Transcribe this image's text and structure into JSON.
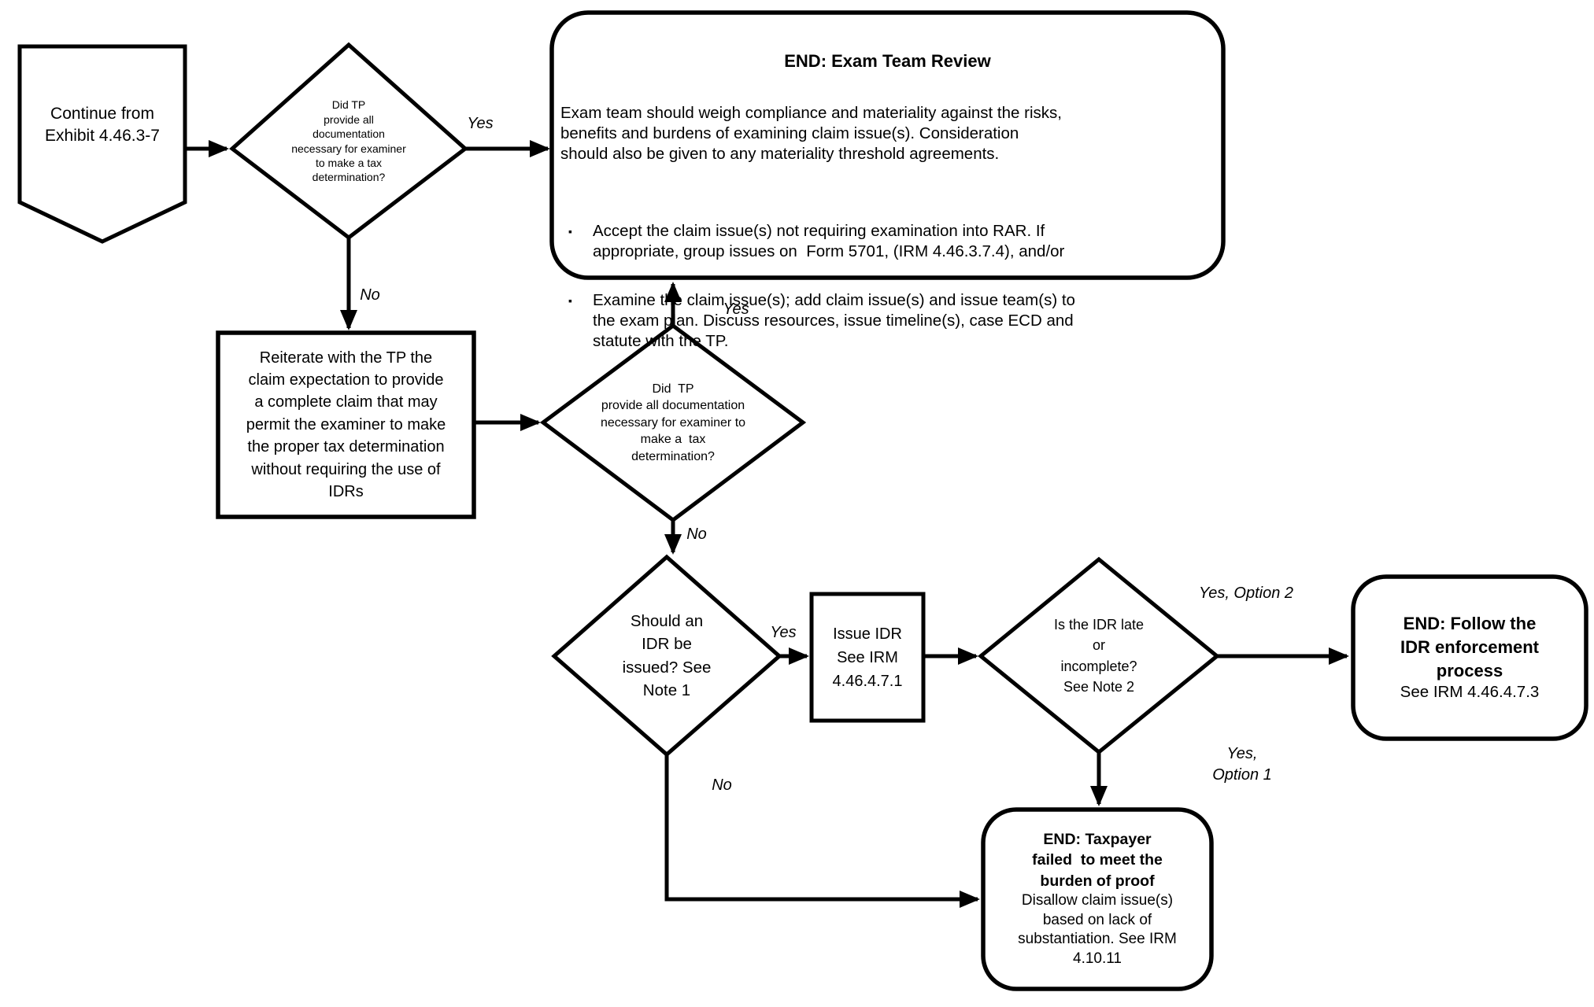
{
  "diagram": {
    "start": {
      "text": "Continue from\nExhibit 4.46.3-7"
    },
    "decision_docs_1": {
      "text": "Did TP\nprovide all\ndocumentation\nnecessary for examiner\nto make a tax\ndetermination?"
    },
    "end_exam": {
      "title": "END: Exam Team Review",
      "intro": "Exam team should weigh compliance and materiality against the risks,\nbenefits and burdens of examining claim issue(s). Consideration\nshould also be given to any materiality threshold agreements.",
      "bullet_char": "▪",
      "bullets": [
        {
          "text": "Accept the claim issue(s) not requiring examination into RAR. If\nappropriate, group issues on  Form 5701, (IRM 4.46.3.7.4), and/or"
        },
        {
          "text": "Examine the claim issue(s); add claim issue(s) and issue team(s) to\nthe exam plan. Discuss resources, issue timeline(s), case ECD and\nstatute with the TP."
        }
      ]
    },
    "reiterate": {
      "text": "Reiterate with the TP the\nclaim expectation to provide\na complete claim that may\npermit the examiner to make\nthe proper tax determination\nwithout requiring the use of\nIDRs"
    },
    "decision_docs_2": {
      "text": "Did  TP\nprovide all documentation\nnecessary for examiner to\nmake a  tax\ndetermination?"
    },
    "decision_idr_issue": {
      "text": "Should an\nIDR be\nissued? See\nNote 1"
    },
    "issue_idr": {
      "text": "Issue IDR\nSee IRM\n4.46.4.7.1"
    },
    "decision_idr_late": {
      "text": "Is the IDR late\nor\nincomplete?\nSee Note 2"
    },
    "end_enforce": {
      "title": "END: Follow the\nIDR enforcement\nprocess",
      "body": "See IRM 4.46.4.7.3"
    },
    "end_burden": {
      "title": "END: Taxpayer\nfailed  to meet the\nburden of proof",
      "body": "Disallow claim issue(s)\nbased on lack of\nsubstantiation. See IRM\n4.10.11"
    },
    "labels": {
      "yes1": "Yes",
      "no1": "No",
      "yes2": "Yes",
      "no2": "No",
      "yes3": "Yes",
      "no3": "No",
      "yes_option2": "Yes, Option 2",
      "yes_option1": "Yes,\nOption 1"
    },
    "colors": {
      "stroke": "#000000",
      "fill": "#ffffff"
    }
  }
}
